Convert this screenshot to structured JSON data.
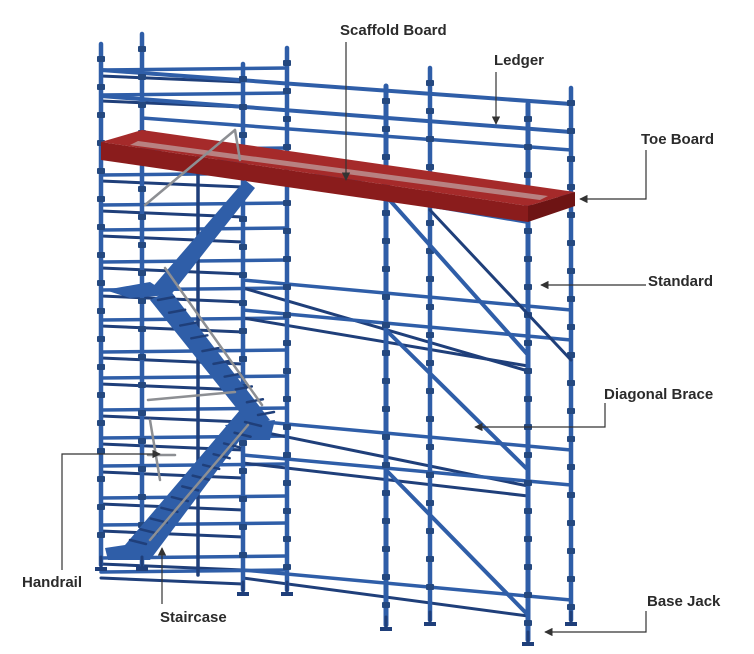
{
  "diagram": {
    "labels": {
      "scaffold_board": "Scaffold Board",
      "ledger": "Ledger",
      "toe_board": "Toe Board",
      "standard": "Standard",
      "diagonal_brace": "Diagonal Brace",
      "handrail": "Handrail",
      "staircase": "Staircase",
      "base_jack": "Base Jack"
    },
    "colors": {
      "tube": "#2f5ea8",
      "tube_dark": "#1f3f7a",
      "coupler": "#24487f",
      "board": "#8a1c1c",
      "board_top": "#a52a2a",
      "handrail": "#8d8f93",
      "leader": "#333333",
      "label_text": "#2b2b2b"
    }
  }
}
